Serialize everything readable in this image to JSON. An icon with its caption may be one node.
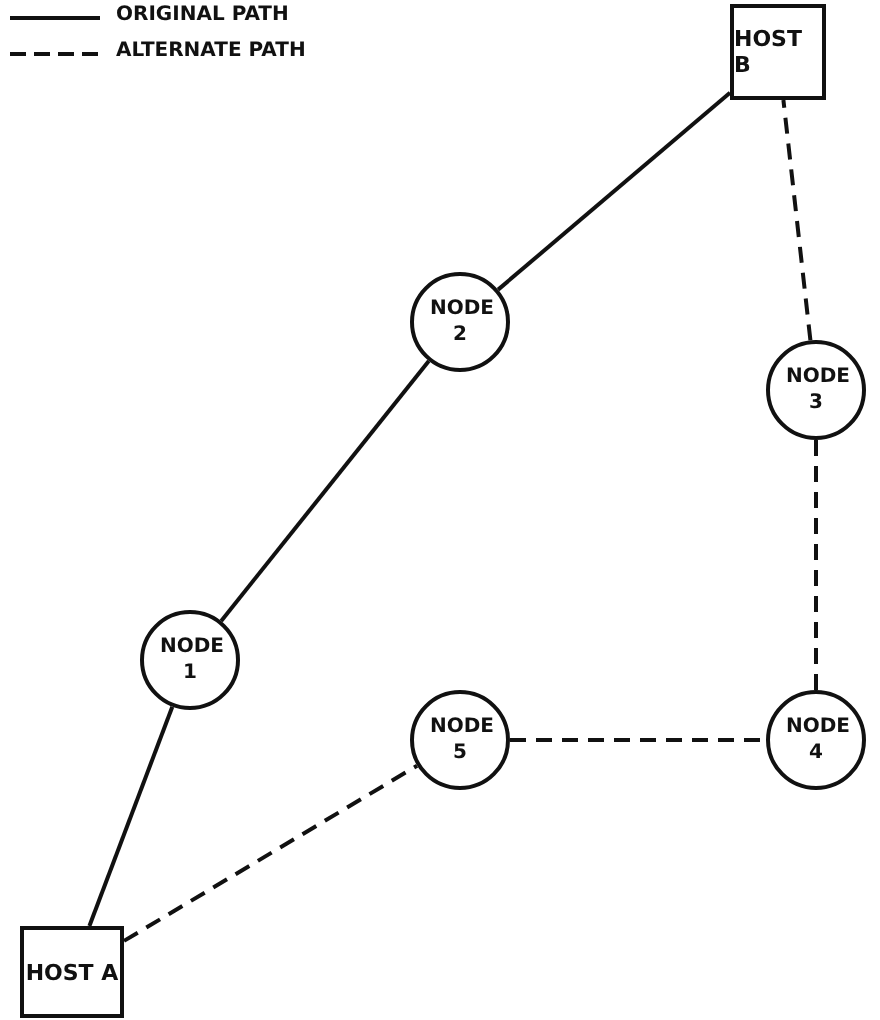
{
  "diagram": {
    "nodes": [
      {
        "text": [
          "HOST B"
        ]
      },
      {
        "text": [
          "NODE 2"
        ]
      },
      {
        "text": [
          "NODE 3"
        ]
      },
      {
        "text": [
          "NODE 1"
        ]
      },
      {
        "text": [
          "NODE 5"
        ]
      },
      {
        "text": [
          "NODE 4"
        ]
      },
      {
        "text": [
          "HOST A"
        ]
      }
    ],
    "edges": [
      {
        "from": 6,
        "to": 3,
        "arrow": "none"
      },
      {
        "from": 3,
        "to": 1,
        "arrow": "none"
      },
      {
        "from": 1,
        "to": 0,
        "arrow": "none"
      },
      {
        "from": 6,
        "to": 4,
        "arrow": "none",
        "style": "dashed"
      },
      {
        "from": 4,
        "to": 5,
        "arrow": "none",
        "style": "dashed"
      },
      {
        "from": 5,
        "to": 2,
        "arrow": "none",
        "style": "dashed"
      },
      {
        "from": 2,
        "to": 0,
        "arrow": "none",
        "style": "dashed"
      }
    ],
    "legend": [
      {
        "text": "ORIGINAL PATH"
      },
      {
        "text": "ALTERNATE PATH"
      }
    ]
  }
}
